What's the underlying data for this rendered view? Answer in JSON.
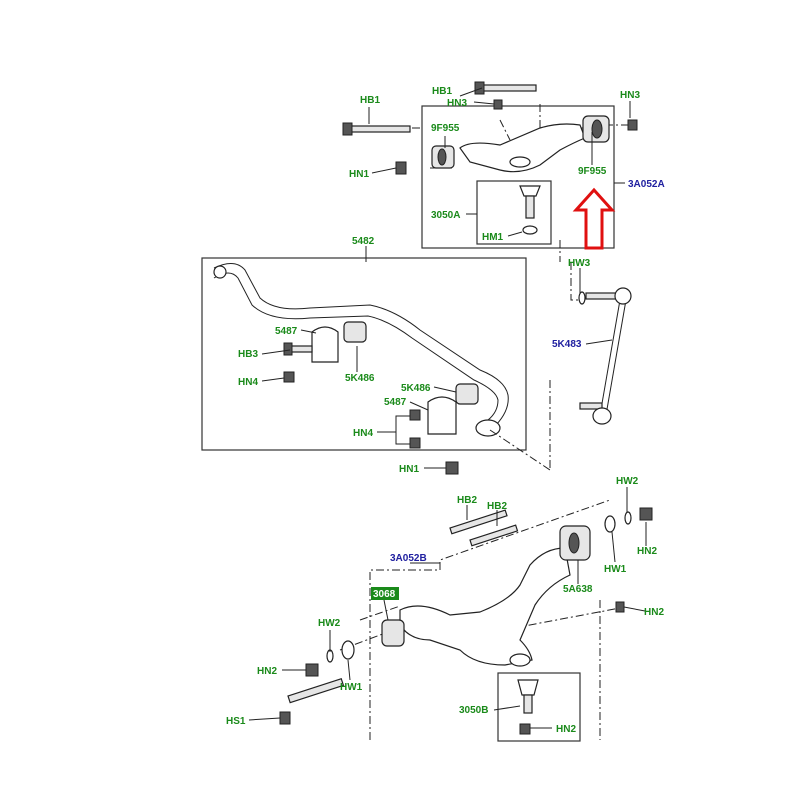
{
  "labels": {
    "hb1_top": "HB1",
    "hn3_top": "HN3",
    "hb1_left": "HB1",
    "hn3_right": "HN3",
    "p9f955_left": "9F955",
    "p9f955_right": "9F955",
    "hn1_upper": "HN1",
    "p3a052a": "3A052A",
    "p3050a": "3050A",
    "hm1": "HM1",
    "hw3": "HW3",
    "p5482": "5482",
    "p5487_top": "5487",
    "hb3": "HB3",
    "p5k486_left": "5K486",
    "hn4_top": "HN4",
    "p5k483": "5K483",
    "p5k486_right": "5K486",
    "p5487_lower": "5487",
    "hn4_lower": "HN4",
    "hn1_mid": "HN1",
    "hb2_a": "HB2",
    "hb2_b": "HB2",
    "hw2_right": "HW2",
    "hn2_right_top": "HN2",
    "hw1_right": "HW1",
    "p5a638": "5A638",
    "p3a052b": "3A052B",
    "p3068": "3068",
    "hn2_right_mid": "HN2",
    "hw2_left": "HW2",
    "hn2_left": "HN2",
    "hw1_left": "HW1",
    "hs1": "HS1",
    "p3050b": "3050B",
    "hn2_bottom": "HN2"
  },
  "colors": {
    "green_label": "#1a8a1a",
    "blue_label": "#2020a0",
    "arrow_red": "#e01010",
    "line": "#222222"
  },
  "icons": {
    "callout_arrow": "up-arrow-icon"
  }
}
